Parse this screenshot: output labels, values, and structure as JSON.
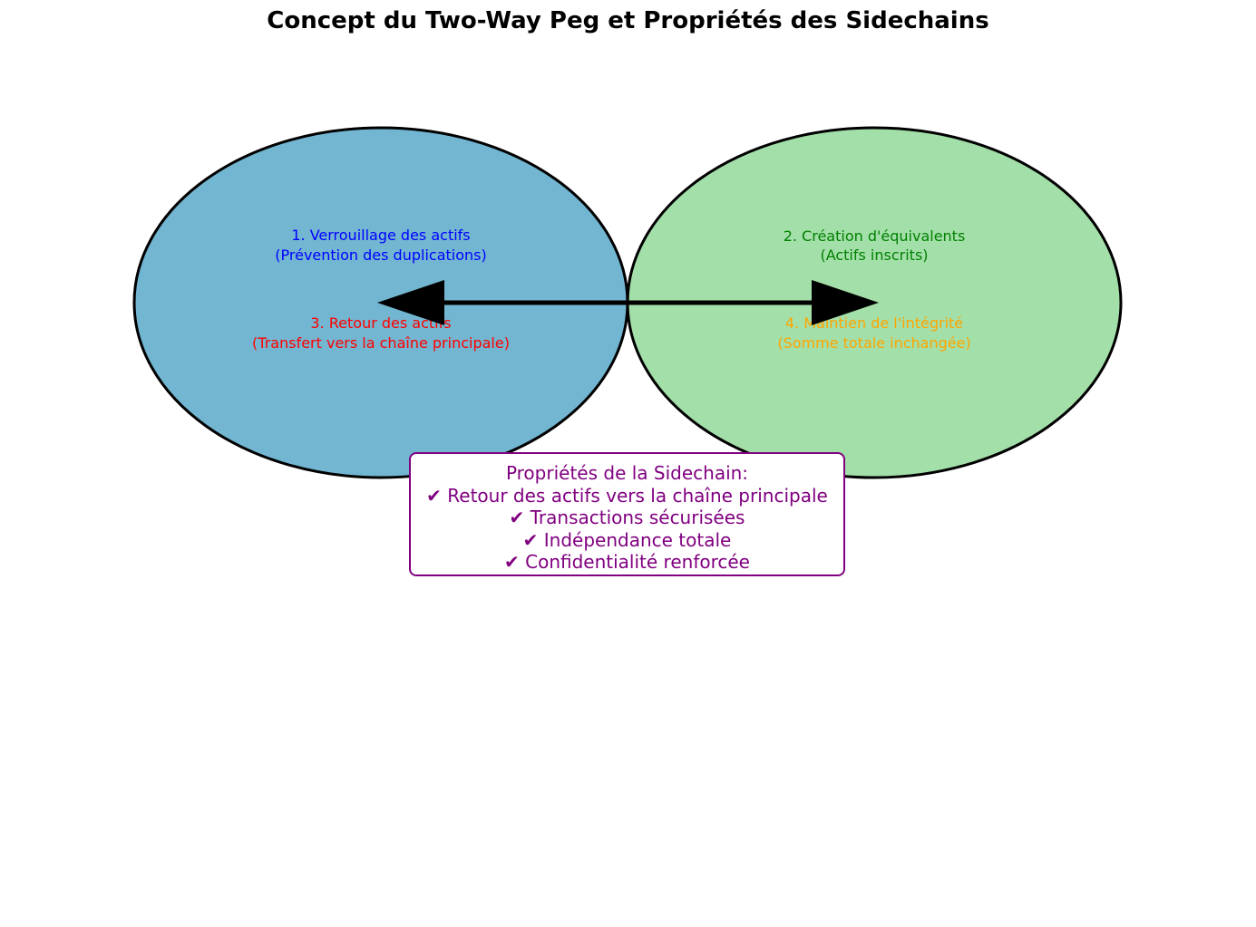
{
  "title": "Concept du Two-Way Peg et Propriétés des Sidechains",
  "colors": {
    "main_chain_fill": "#72b6d1",
    "sidechain_fill": "#a3dfa9",
    "outline": "#000000",
    "step1": "#0000ff",
    "step2": "#008000",
    "step3": "#ff0000",
    "step4": "#ffa500",
    "properties": "#800080"
  },
  "steps": [
    {
      "line1": "1. Verrouillage des actifs",
      "line2": "(Prévention des duplications)"
    },
    {
      "line1": "2. Création d'équivalents",
      "line2": "(Actifs inscrits)"
    },
    {
      "line1": "3. Retour des actifs",
      "line2": "(Transfert vers la chaîne principale)"
    },
    {
      "line1": "4. Maintien de l'intégrité",
      "line2": "(Somme totale inchangée)"
    }
  ],
  "properties": {
    "heading": "Propriétés de la Sidechain:",
    "items": [
      "✔ Retour des actifs vers la chaîne principale",
      "✔ Transactions sécurisées",
      "✔ Indépendance totale",
      "✔ Confidentialité renforcée"
    ]
  }
}
